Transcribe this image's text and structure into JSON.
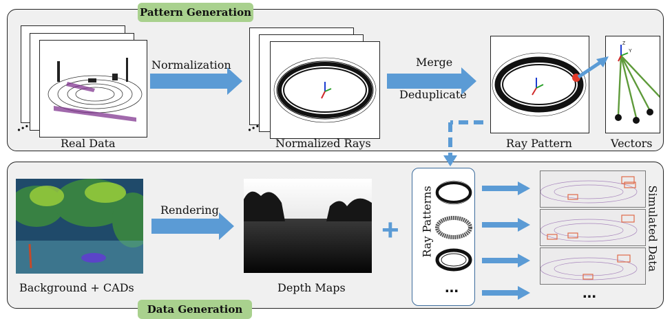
{
  "top_panel": {
    "badge": "Pattern Generation",
    "real_data_label": "Real Data",
    "normalization_label": "Normalization",
    "normalized_rays_label": "Normalized Rays",
    "merge_label": "Merge",
    "deduplicate_label": "Deduplicate",
    "ray_pattern_label": "Ray Pattern",
    "vectors_label": "Vectors",
    "ellipsis": "..."
  },
  "bottom_panel": {
    "badge": "Data Generation",
    "background_label": "Background + CADs",
    "rendering_label": "Rendering",
    "depth_maps_label": "Depth Maps",
    "ray_patterns_label": "Ray Patterns",
    "simulated_data_label": "Simulated Data",
    "plus": "+",
    "ellipsis": "..."
  },
  "colors": {
    "arrow": "#5b9bd5",
    "badge": "#a9d18e",
    "panel": "#f0f0f0",
    "vector": "#5e9a3a",
    "highlight": "#e23a2a",
    "box_outline": "#e06a4a"
  }
}
